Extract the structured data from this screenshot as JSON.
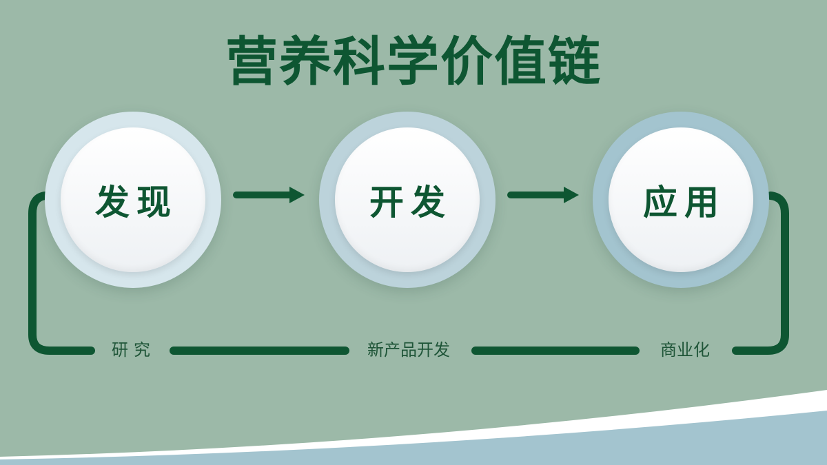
{
  "title": "营养科学价值链",
  "stages": [
    {
      "label": "发现",
      "ring_color": "#d6e6ec"
    },
    {
      "label": "开发",
      "ring_color": "#bcd3db"
    },
    {
      "label": "应用",
      "ring_color": "#a3c4cf"
    }
  ],
  "loop_labels": [
    "研究",
    "新产品开发",
    "商业化"
  ],
  "colors": {
    "background": "#9cb9a8",
    "primary_dark_green": "#0e5632",
    "wave_blue": "#a3c4cf",
    "wave_white": "#ffffff"
  }
}
